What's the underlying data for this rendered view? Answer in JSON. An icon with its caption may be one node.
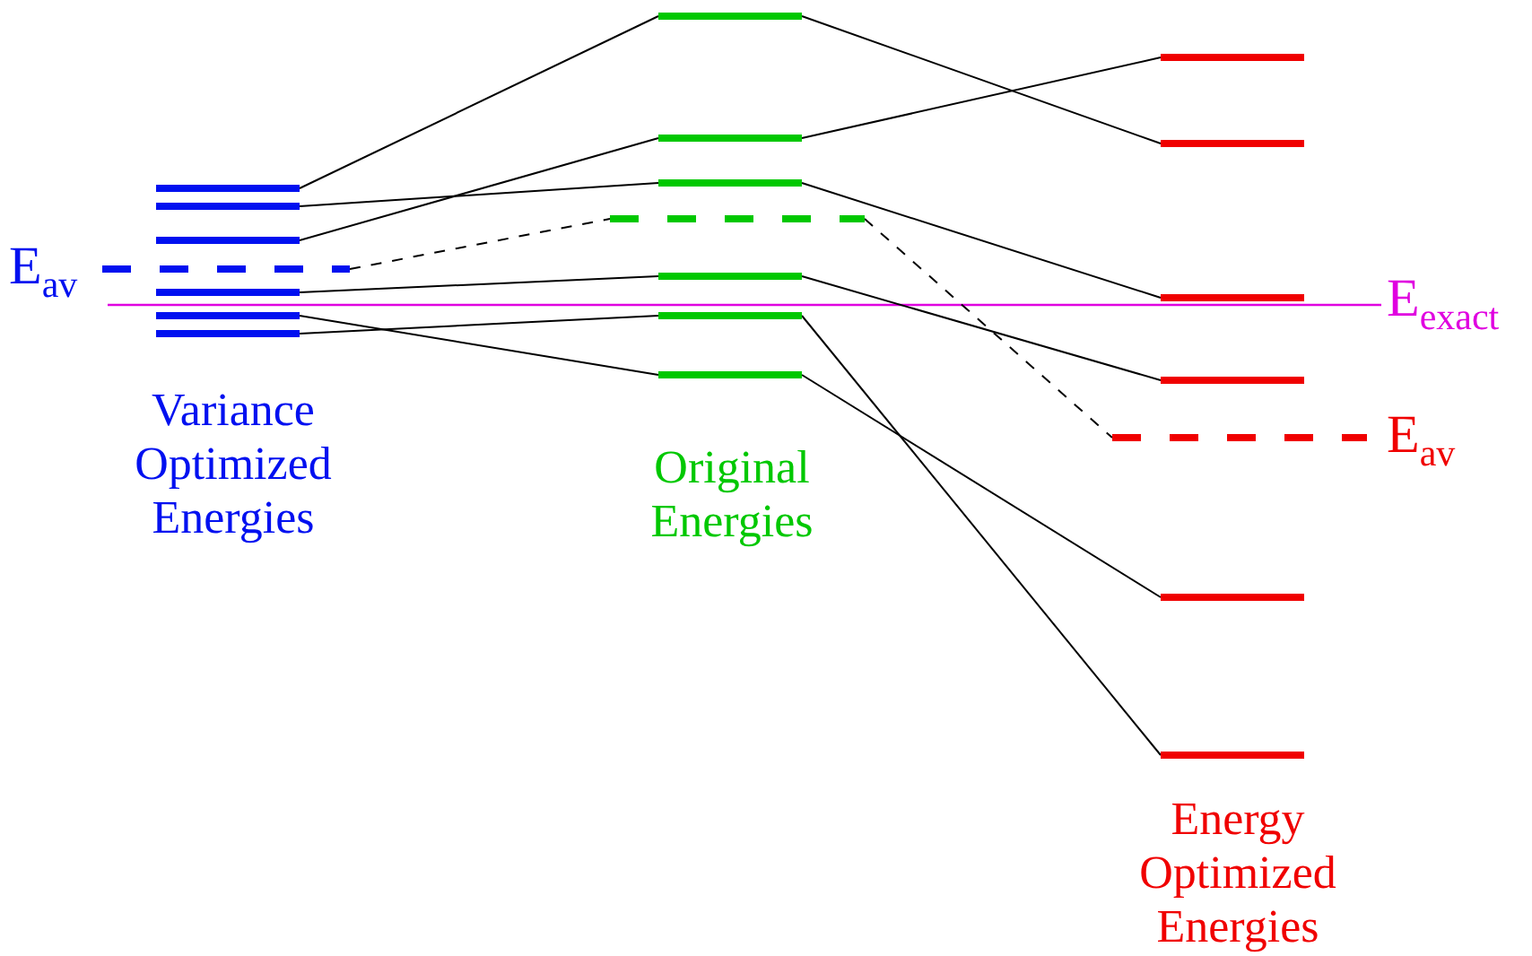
{
  "diagram": {
    "nodes": [
      {
        "text": [],
        "shape": "bar"
      },
      {
        "text": [],
        "shape": "bar"
      },
      {
        "text": [],
        "shape": "bar"
      },
      {
        "text": [],
        "shape": "bar"
      },
      {
        "text": [],
        "shape": "bar"
      },
      {
        "text": [],
        "shape": "bar"
      },
      {
        "text": [],
        "shape": "bar"
      },
      {
        "text": [],
        "shape": "bar"
      },
      {
        "text": [],
        "shape": "bar"
      },
      {
        "text": [],
        "shape": "bar"
      },
      {
        "text": [],
        "shape": "bar"
      },
      {
        "text": [],
        "shape": "bar"
      },
      {
        "text": [],
        "shape": "bar"
      },
      {
        "text": [],
        "shape": "bar"
      },
      {
        "text": [],
        "shape": "bar"
      },
      {
        "text": [],
        "shape": "bar"
      },
      {
        "text": [],
        "shape": "bar"
      },
      {
        "text": [],
        "shape": "bar"
      },
      {
        "text": [],
        "shape": "bar"
      },
      {
        "text": [],
        "shape": "bar"
      },
      {
        "text": [],
        "shape": "bar"
      }
    ],
    "edges": [
      {
        "from": 0,
        "to": 7,
        "arrow": "none"
      },
      {
        "from": 1,
        "to": 9,
        "arrow": "none"
      },
      {
        "from": 2,
        "to": 8,
        "arrow": "none"
      },
      {
        "from": 3,
        "to": 10,
        "arrow": "none",
        "style": "dashed"
      },
      {
        "from": 4,
        "to": 11,
        "arrow": "none"
      },
      {
        "from": 5,
        "to": 13,
        "arrow": "none"
      },
      {
        "from": 6,
        "to": 12,
        "arrow": "none"
      },
      {
        "from": 7,
        "to": 15,
        "arrow": "none"
      },
      {
        "from": 8,
        "to": 14,
        "arrow": "none"
      },
      {
        "from": 9,
        "to": 16,
        "arrow": "none"
      },
      {
        "from": 10,
        "to": 18,
        "arrow": "none",
        "style": "dashed"
      },
      {
        "from": 11,
        "to": 17,
        "arrow": "none"
      },
      {
        "from": 12,
        "to": 20,
        "arrow": "none"
      },
      {
        "from": 13,
        "to": 19,
        "arrow": "none"
      }
    ],
    "labels": [
      "E$_{av}$",
      "E$_{exact}$",
      "Variance Optimized Energies",
      "E$_{av}$",
      "Original Energies",
      "Energy Optimized Energies"
    ]
  }
}
